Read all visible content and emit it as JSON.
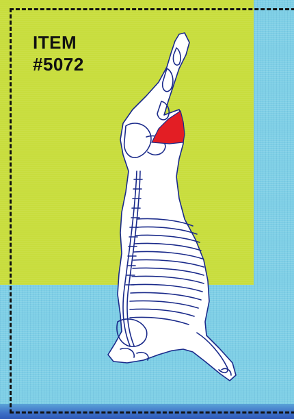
{
  "label": {
    "line1": "ITEM",
    "line2": "#5072"
  },
  "colors": {
    "background_blue": "#7ecfe6",
    "background_green": "#c8dd3d",
    "highlight_red": "#e31e24",
    "outline": "#1a2a8a"
  },
  "illustration": {
    "icon": "carcass-diagram",
    "highlighted_cut": "red-highlighted-cut"
  }
}
